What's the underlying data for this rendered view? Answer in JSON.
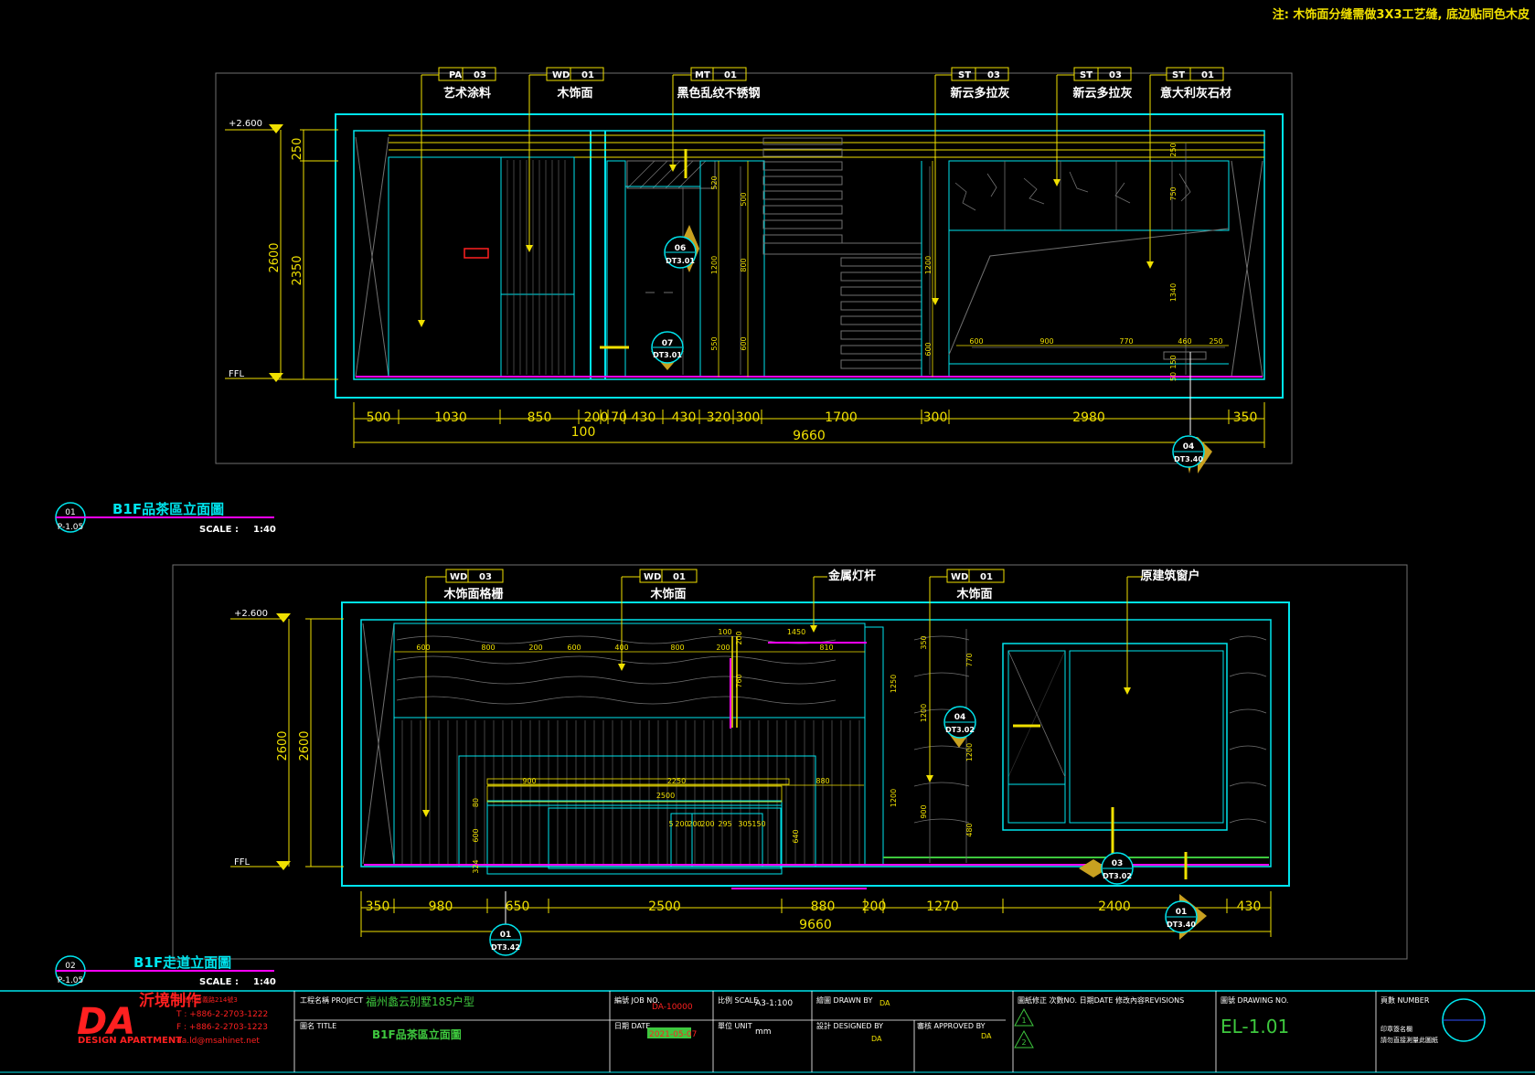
{
  "top_note": "注: 木饰面分缝需做3X3工艺缝, 底边贴同色木皮",
  "elevation1": {
    "tags": [
      {
        "code": "PA",
        "num": "03",
        "label": "艺术涂料"
      },
      {
        "code": "WD",
        "num": "01",
        "label": "木饰面"
      },
      {
        "code": "MT",
        "num": "01",
        "label": "黑色乱纹不锈钢"
      },
      {
        "code": "ST",
        "num": "03",
        "label": "新云多拉灰"
      },
      {
        "code": "ST",
        "num": "03",
        "label": "新云多拉灰"
      },
      {
        "code": "ST",
        "num": "01",
        "label": "意大利灰石材"
      }
    ],
    "level_top": "+2.600",
    "level_bottom": "FFL",
    "vdims": [
      "250",
      "2350",
      "2600"
    ],
    "inner_dims": [
      "520",
      "550",
      "1200",
      "800",
      "600",
      "900",
      "500",
      "1200",
      "600",
      "250",
      "750",
      "1340",
      "150",
      "50"
    ],
    "inner_hdims": [
      "600",
      "900",
      "770",
      "460",
      "250"
    ],
    "hdims": [
      "500",
      "1030",
      "850",
      "200",
      "70",
      "430",
      "430",
      "320",
      "300",
      "1700",
      "300",
      "2980",
      "350"
    ],
    "hdim_extra": "100",
    "total": "9660",
    "callouts": [
      {
        "num": "06",
        "ref": "DT3.01"
      },
      {
        "num": "07",
        "ref": "DT3.01"
      },
      {
        "num": "04",
        "ref": "DT3.40"
      }
    ],
    "title_num": "01",
    "title_ref": "P-1.05",
    "title": "B1F品茶區立面圖",
    "scale_label": "SCALE :",
    "scale": "1:40"
  },
  "elevation2": {
    "tags": [
      {
        "code": "WD",
        "num": "03",
        "label": "木饰面格栅"
      },
      {
        "code": "WD",
        "num": "01",
        "label": "木饰面"
      },
      {
        "code": "",
        "num": "",
        "label": "金属灯杆"
      },
      {
        "code": "WD",
        "num": "01",
        "label": "木饰面"
      },
      {
        "code": "",
        "num": "",
        "label": "原建筑窗户"
      }
    ],
    "level_top": "+2.600",
    "level_bottom": "FFL",
    "vdims": [
      "2600",
      "2600"
    ],
    "inner_top_dims": [
      "600",
      "800",
      "200",
      "600",
      "400",
      "800",
      "200",
      "1450",
      "810",
      "200",
      "100"
    ],
    "inner_dims": [
      "350",
      "770",
      "1200",
      "1250",
      "1200",
      "900",
      "480",
      "760",
      "1200"
    ],
    "table_dims": [
      "900",
      "2250",
      "880",
      "2500",
      "80",
      "600",
      "324",
      "640"
    ],
    "table_small": [
      "5",
      "200",
      "200",
      "200",
      "295",
      "305",
      "150"
    ],
    "hdims": [
      "350",
      "980",
      "650",
      "2500",
      "880",
      "200",
      "1270",
      "2400",
      "430"
    ],
    "total": "9660",
    "callouts": [
      {
        "num": "04",
        "ref": "DT3.02"
      },
      {
        "num": "03",
        "ref": "DT3.02"
      },
      {
        "num": "01",
        "ref": "DT3.42"
      },
      {
        "num": "01",
        "ref": "DT3.40"
      }
    ],
    "title_num": "02",
    "title_ref": "P-1.05",
    "title": "B1F走道立面圖",
    "scale_label": "SCALE :",
    "scale": "1:40"
  },
  "titleblock": {
    "logo_mark": "DA",
    "logo_cn": "沂境制作",
    "logo_en": "DESIGN APARTMENT",
    "address": "台北市信義路214號3",
    "tel": "T : +886-2-2703-1222",
    "fax": "F : +886-2-2703-1223",
    "email": "da.ld@msahinet.net",
    "project_label": "工程名稱 PROJECT",
    "project": "福州蠡云别墅185户型",
    "title_label": "圖名 TITLE",
    "title": "B1F品茶區立面圖",
    "job_label": "編號 JOB NO.",
    "job": "DA-10000",
    "date_label": "日期 DATE",
    "date": "2021-05-07",
    "scale_label": "比例 SCALE",
    "scale": "A3-1:100",
    "unit_label": "單位 UNIT",
    "unit": "mm",
    "drawn_label": "繪圖 DRAWN BY",
    "drawn": "DA",
    "designed_label": "設計 DESIGNED BY",
    "designed": "DA",
    "approved_label": "審核 APPROVED BY",
    "approved": "DA",
    "revisions_label": "圖紙修正 次數NO. 日期DATE 修改內容REVISIONS",
    "rev_marks": [
      "1",
      "2"
    ],
    "drawing_no_label": "圖號 DRAWING NO.",
    "drawing_no": "EL-1.01",
    "number_label": "頁數 NUMBER",
    "stamp1": "印章簽名欄",
    "stamp2": "請勿直接測量此圖紙"
  },
  "colors": {
    "cyan": "#00e5ee",
    "yellow": "#f0e000",
    "magenta": "#ff00ff",
    "white": "#ffffff",
    "green": "#3ec83e",
    "red": "#ff2020",
    "gold": "#c8a020",
    "grey": "#707070"
  }
}
